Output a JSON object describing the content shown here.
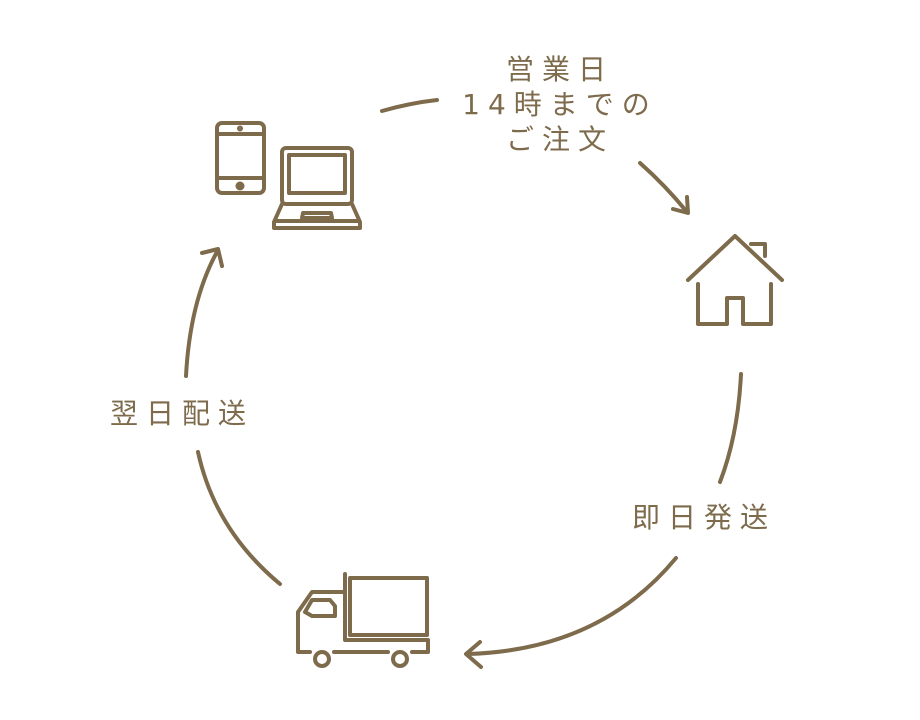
{
  "colors": {
    "stroke": "#7d6b4c",
    "background": "#ffffff"
  },
  "steps": [
    {
      "id": "order",
      "icon": "devices-icon",
      "label_lines": [
        "営業日",
        "14時までの",
        "ご注文"
      ]
    },
    {
      "id": "home",
      "icon": "house-icon"
    },
    {
      "id": "ship",
      "label": "即日発送"
    },
    {
      "id": "truck",
      "icon": "truck-icon"
    },
    {
      "id": "next",
      "label": "翌日配送"
    }
  ]
}
